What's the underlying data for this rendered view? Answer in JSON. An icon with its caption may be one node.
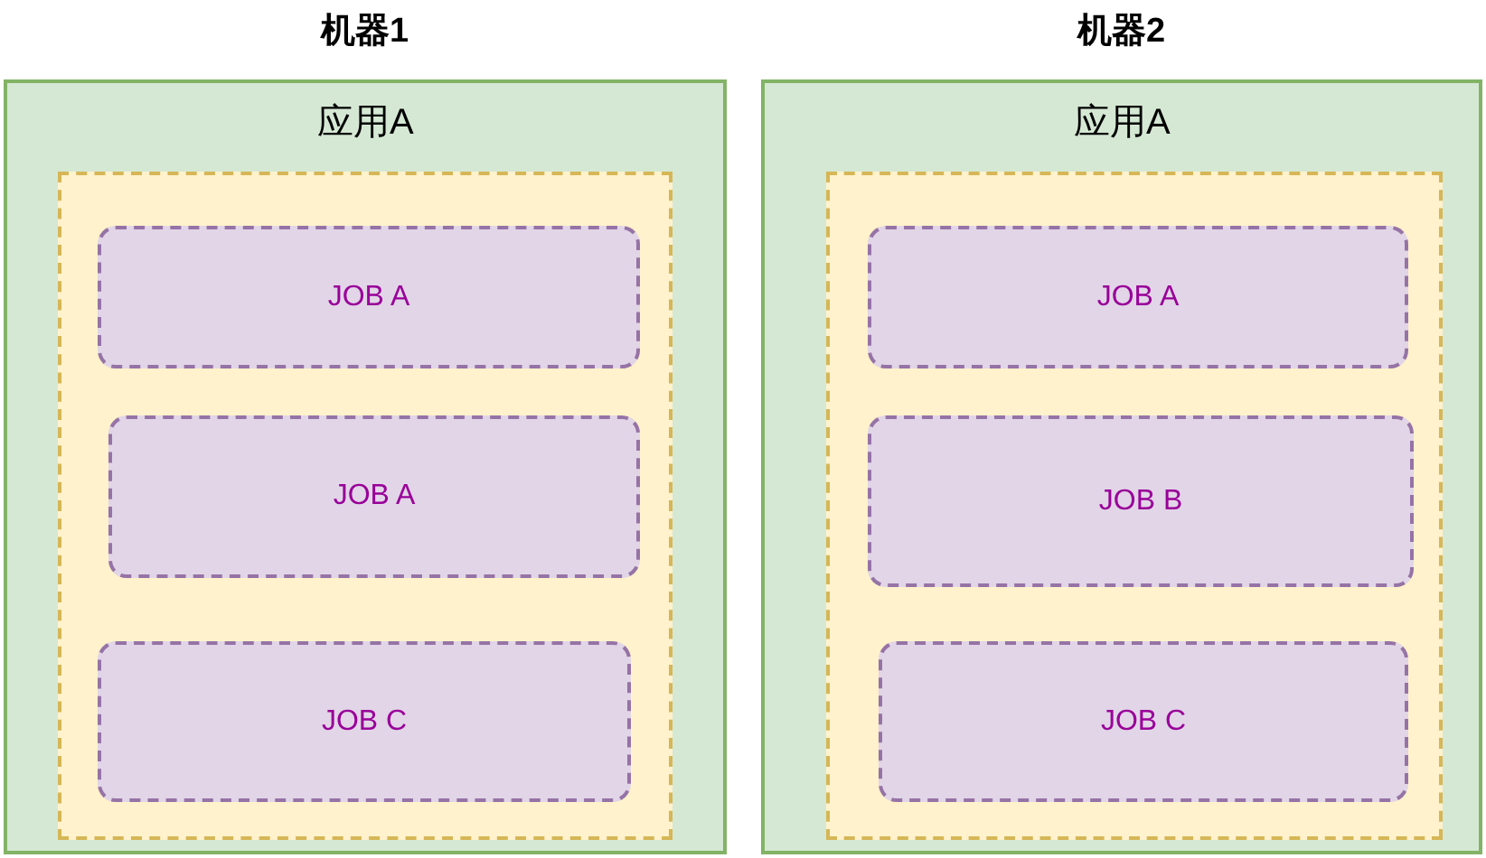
{
  "diagram": {
    "nodes": [
      {
        "text": [
          "机器1",
          "应用A"
        ]
      },
      {
        "text": [],
        "shape": "box",
        "in": 0
      },
      {
        "text": [
          "JOB A"
        ],
        "in": 1
      },
      {
        "text": [
          "JOB A"
        ],
        "in": 1
      },
      {
        "text": [
          "JOB C"
        ],
        "in": 1
      },
      {
        "text": [
          "机器2",
          "应用A"
        ]
      },
      {
        "text": [],
        "shape": "box",
        "in": 5
      },
      {
        "text": [
          "JOB A"
        ],
        "in": 6
      },
      {
        "text": [
          "JOB B"
        ],
        "in": 6
      },
      {
        "text": [
          "JOB C"
        ],
        "in": 6
      }
    ]
  }
}
